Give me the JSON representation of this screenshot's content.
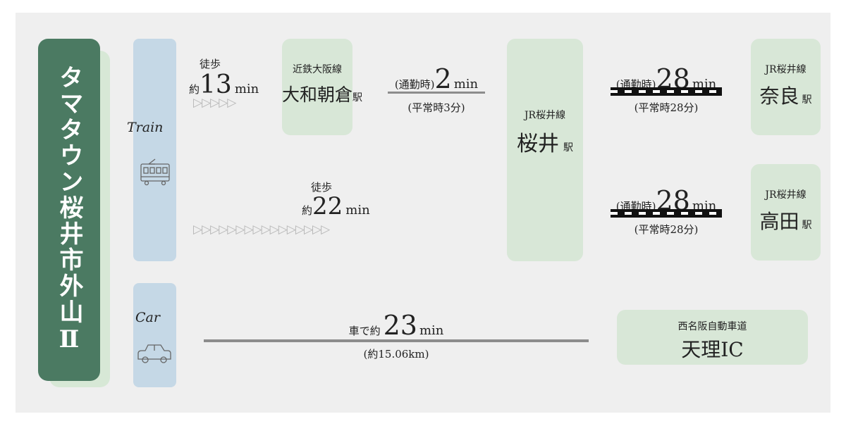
{
  "tag": {
    "text": "タマタウン桜井市外山Ⅱ"
  },
  "modes": {
    "train": "Train",
    "car": "Car"
  },
  "walk13": {
    "label": "徒歩",
    "prefix": "約",
    "num": "13",
    "unit": "min",
    "arrows": "▷▷▷▷▷"
  },
  "walk22": {
    "label": "徒歩",
    "prefix": "約",
    "num": "22",
    "unit": "min",
    "arrows": "▷▷▷▷▷▷▷▷▷▷▷▷▷▷▷▷"
  },
  "yamato": {
    "line": "近鉄大阪線",
    "name": "大和朝倉",
    "eki": "駅"
  },
  "seg_sakurai": {
    "commute": "(通勤時)",
    "num": "2",
    "unit": "min",
    "normal": "(平常時3分)"
  },
  "sakurai": {
    "line": "JR桜井線",
    "name": "桜井",
    "eki": "駅"
  },
  "seg_nara": {
    "commute": "(通勤時)",
    "num": "28",
    "unit": "min",
    "normal": "(平常時28分)"
  },
  "nara": {
    "line": "JR桜井線",
    "name": "奈良",
    "eki": "駅"
  },
  "seg_takada": {
    "commute": "(通勤時)",
    "num": "28",
    "unit": "min",
    "normal": "(平常時28分)"
  },
  "takada": {
    "line": "JR桜井線",
    "name": "高田",
    "eki": "駅"
  },
  "car": {
    "prefix": "車で約",
    "num": "23",
    "unit": "min",
    "distance": "(約15.06km)"
  },
  "tenri": {
    "road": "西名阪自動車道",
    "name": "天理IC"
  },
  "colors": {
    "tag": "#4b7a62",
    "station": "#d8e7d7",
    "mode": "#c5d8e6",
    "panel": "#efefef"
  },
  "icons": [
    "train-icon",
    "car-icon",
    "arrow-icon"
  ]
}
